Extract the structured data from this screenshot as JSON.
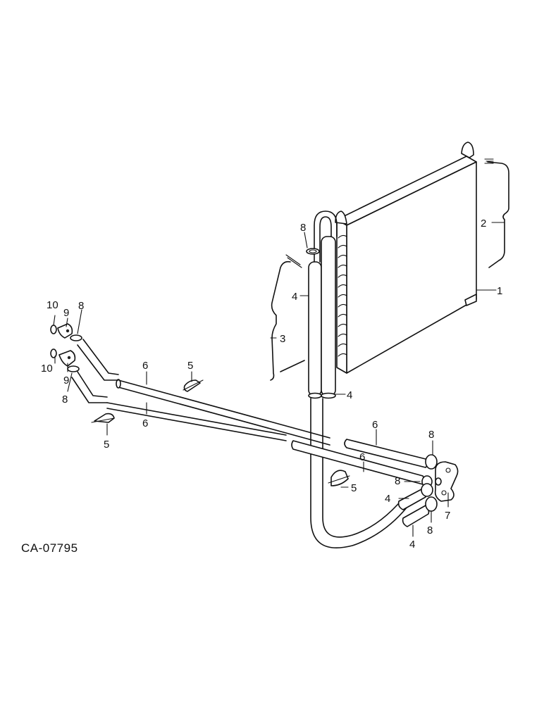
{
  "diagram": {
    "caption": "CA-07795",
    "callouts": [
      {
        "id": "c1",
        "text": "1"
      },
      {
        "id": "c2",
        "text": "2"
      },
      {
        "id": "c3",
        "text": "3"
      },
      {
        "id": "c4a",
        "text": "4"
      },
      {
        "id": "c4b",
        "text": "4"
      },
      {
        "id": "c4c",
        "text": "4"
      },
      {
        "id": "c4d",
        "text": "4"
      },
      {
        "id": "c5a",
        "text": "5"
      },
      {
        "id": "c5b",
        "text": "5"
      },
      {
        "id": "c5c",
        "text": "5"
      },
      {
        "id": "c6a",
        "text": "6"
      },
      {
        "id": "c6b",
        "text": "6"
      },
      {
        "id": "c6c",
        "text": "6"
      },
      {
        "id": "c6d",
        "text": "6"
      },
      {
        "id": "c7",
        "text": "7"
      },
      {
        "id": "c8a",
        "text": "8"
      },
      {
        "id": "c8b",
        "text": "8"
      },
      {
        "id": "c8c",
        "text": "8"
      },
      {
        "id": "c8d",
        "text": "8"
      },
      {
        "id": "c8e",
        "text": "8"
      },
      {
        "id": "c8f",
        "text": "8"
      },
      {
        "id": "c9a",
        "text": "9"
      },
      {
        "id": "c9b",
        "text": "9"
      },
      {
        "id": "c10a",
        "text": "10"
      },
      {
        "id": "c10b",
        "text": "10"
      }
    ]
  }
}
